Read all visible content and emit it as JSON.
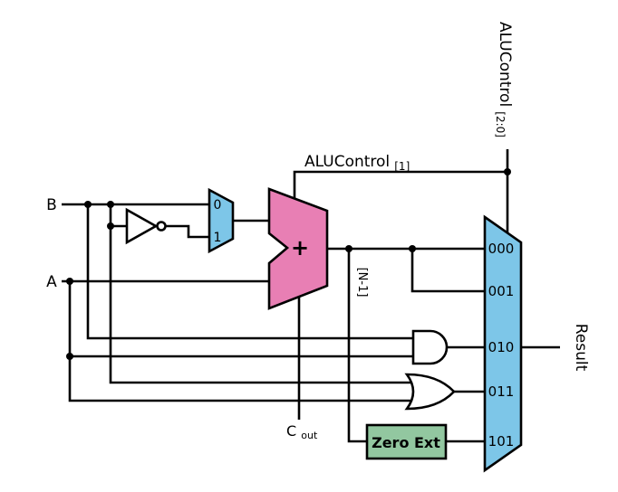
{
  "colors": {
    "mux_blue": "#7dc6e8",
    "adder_pink": "#e87fb4",
    "zero_ext_green": "#92c7a0",
    "wire": "#000000"
  },
  "inputs": {
    "b": "B",
    "a": "A"
  },
  "mux2": {
    "in0": "0",
    "in1": "1"
  },
  "adder": {
    "plus": "+",
    "cout_name": "C",
    "cout_sub": "out"
  },
  "control": {
    "bit_name": "ALUControl",
    "bit_sub": "[1]",
    "bus_name": "ALUControl",
    "bus_sub": "[2:0]"
  },
  "slice": {
    "msb": "[N-1]"
  },
  "zero_ext": {
    "label": "Zero Ext"
  },
  "mux_main": {
    "inputs": [
      "000",
      "001",
      "010",
      "011",
      "101"
    ]
  },
  "output": {
    "result": "Result"
  }
}
